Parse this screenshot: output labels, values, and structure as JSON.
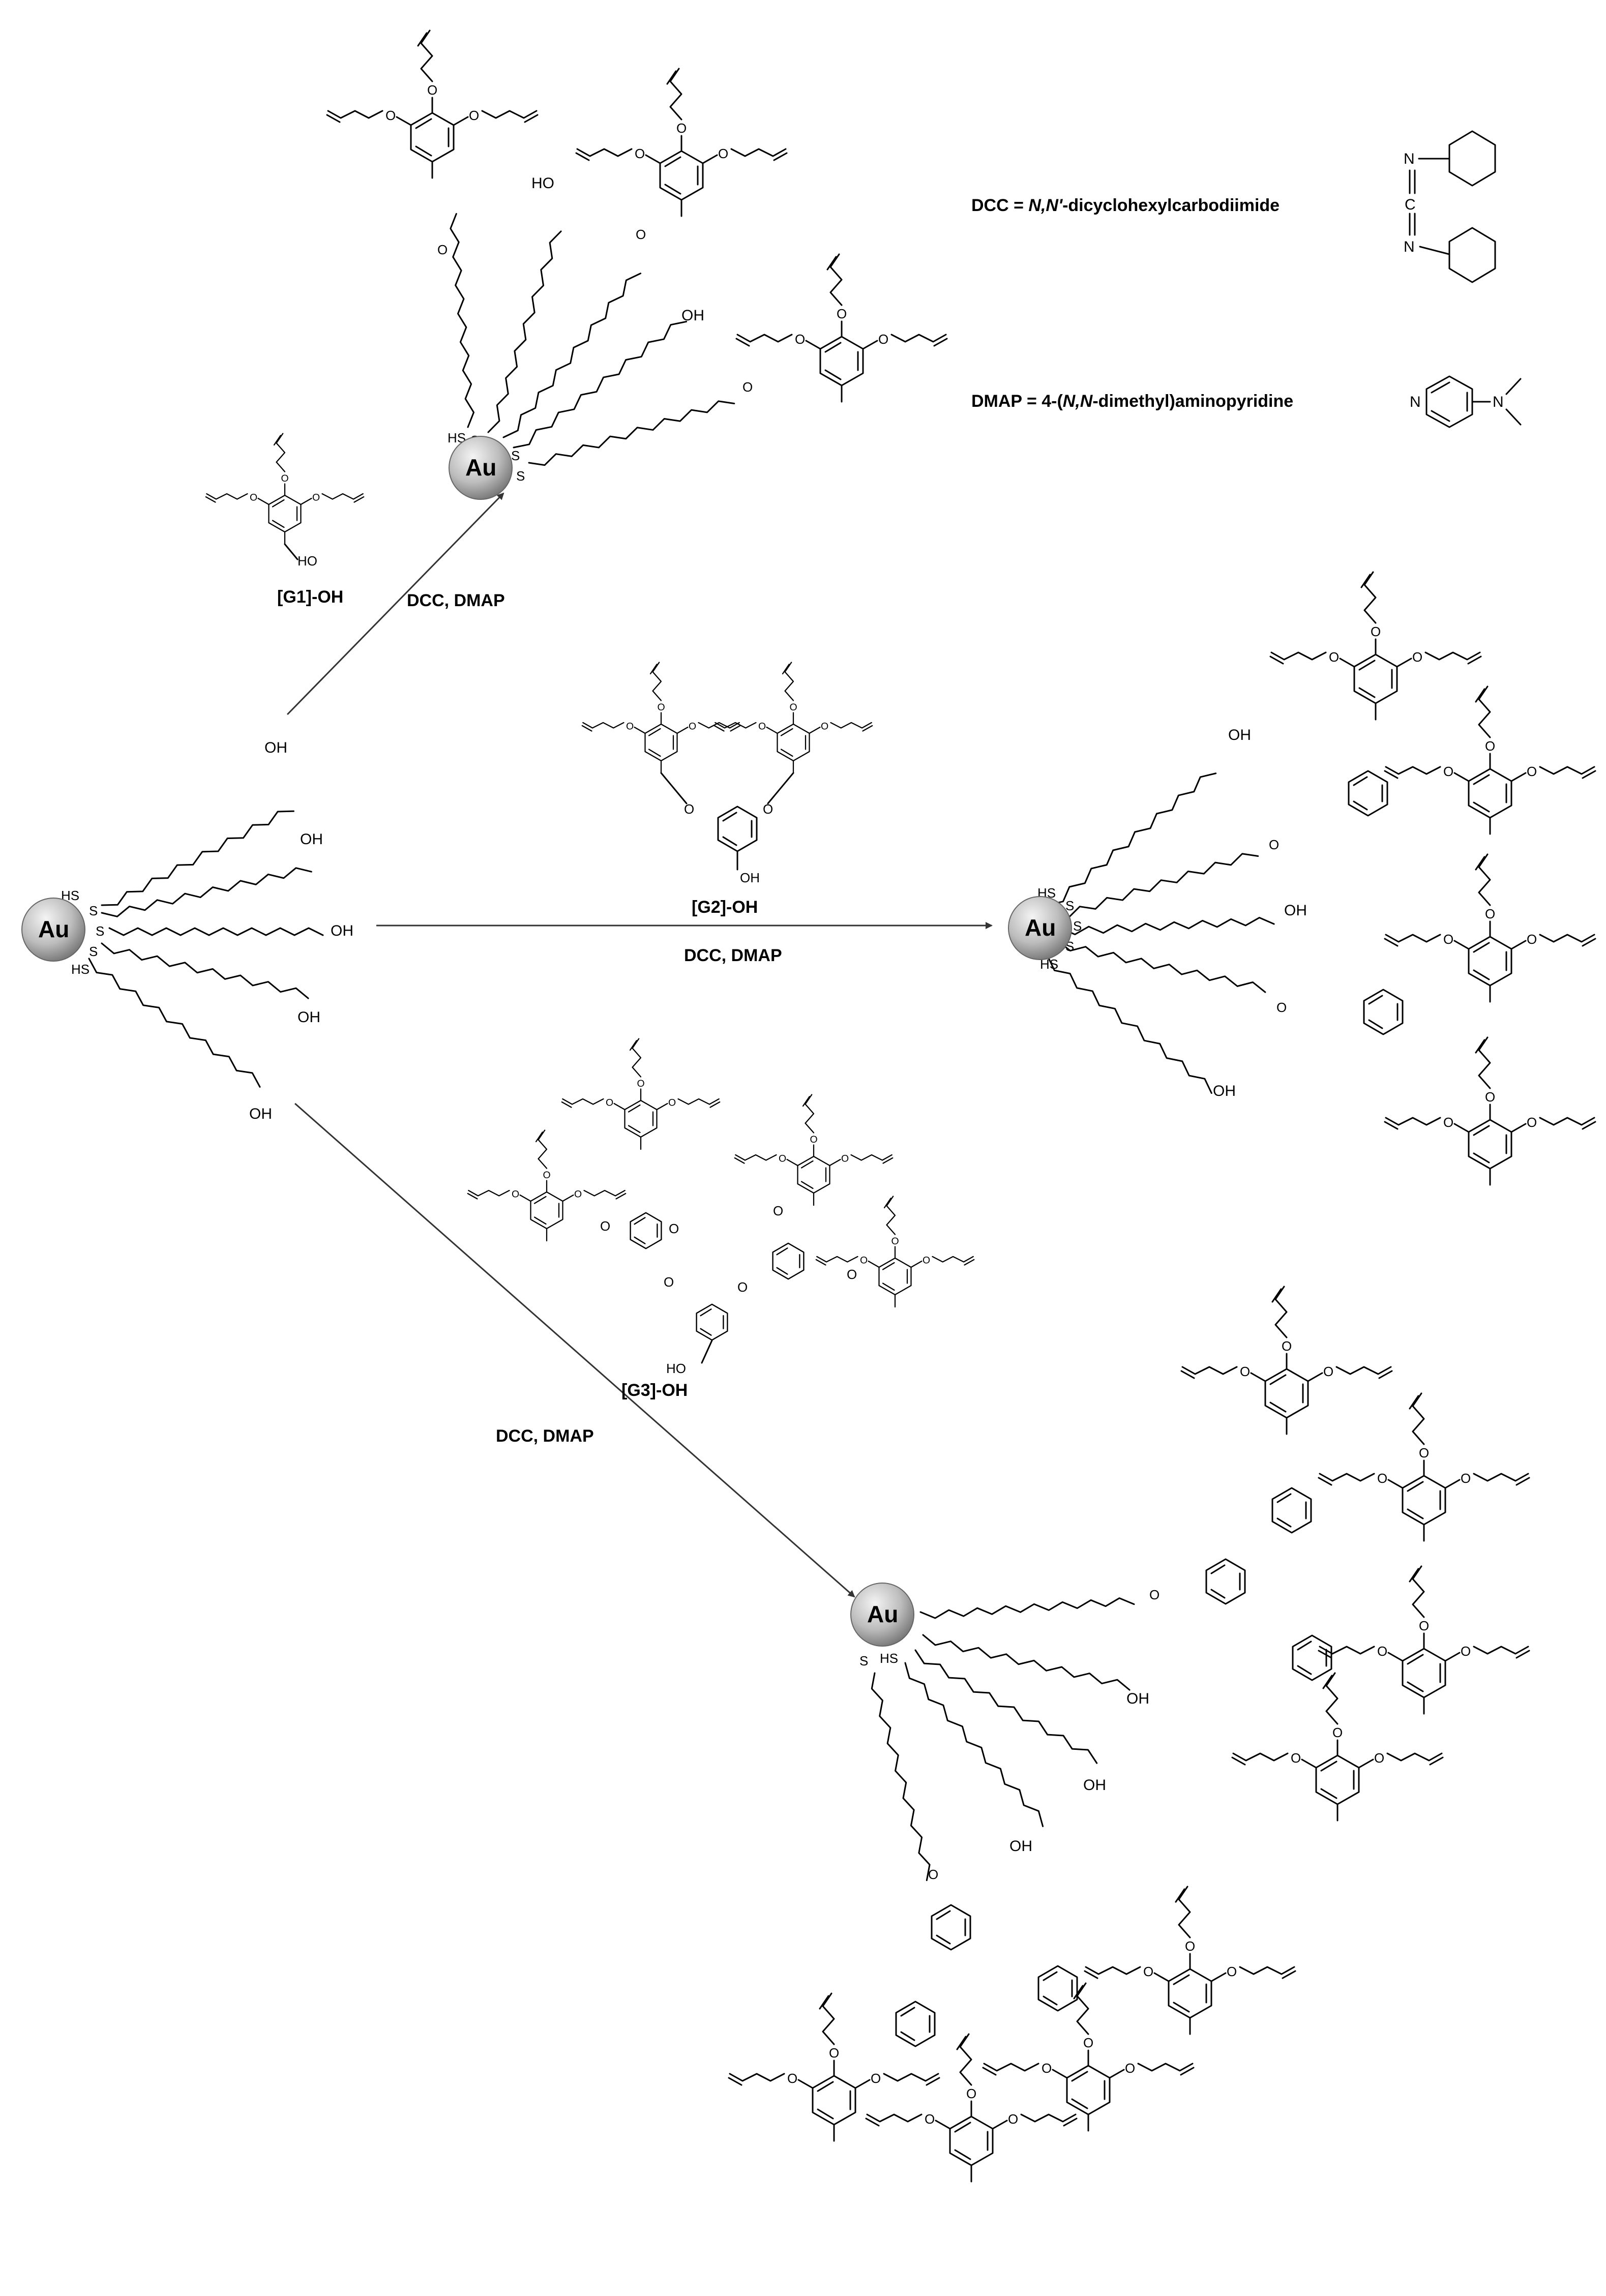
{
  "labels": {
    "au_start": "Au",
    "au_g1": "Au",
    "au_g2": "Au",
    "au_g3": "Au",
    "g1_oh": "[G1]-OH",
    "g2_oh": "[G2]-OH",
    "g3_oh": "[G3]-OH",
    "reagents_g1": "DCC, DMAP",
    "reagents_g2": "DCC, DMAP",
    "reagents_g3": "DCC, DMAP"
  },
  "legend": {
    "dcc_abbr": "DCC = ",
    "dcc_name_italic": "N,N'",
    "dcc_name_rest": "-dicyclohexylcarbodiimide",
    "dmap_abbr": "DMAP = 4-(",
    "dmap_name_italic": "N,N",
    "dmap_name_rest": "-dimethyl)aminopyridine"
  },
  "atoms": {
    "oh": "OH",
    "ho": "HO",
    "o": "O",
    "s": "S",
    "hs": "HS",
    "n": "N",
    "c": "C"
  },
  "colors": {
    "gold_highlight": "#f4f4f4",
    "gold_shadow": "#777777",
    "arrow": "#333333"
  }
}
